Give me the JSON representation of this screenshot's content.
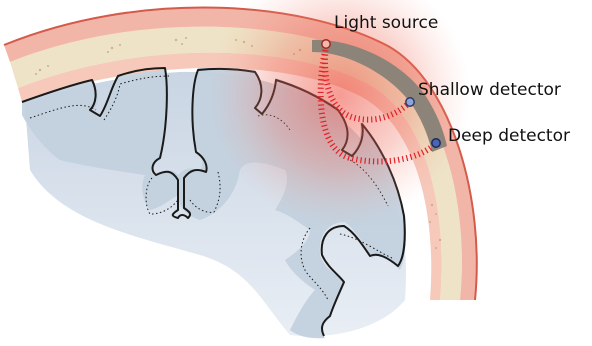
{
  "labels": {
    "light_source": "Light source",
    "shallow_detector": "Shallow detector",
    "deep_detector": "Deep detector"
  },
  "colors": {
    "scalp": "#f2b6a8",
    "scalp_outline": "#d45a4a",
    "skull": "#eee3c6",
    "csf_band": "#f6c9bb",
    "cortex": "#c3d1de",
    "white_matter": "#d4dee9",
    "sulcus_fill": "#f4dccf",
    "probe": "#8c8478",
    "source_fill": "#f3b8ad",
    "source_stroke": "#a0281e",
    "detector_shallow": "#8ea3d6",
    "detector_deep": "#4a64b8",
    "light_path": "#e0222a",
    "glow": "#ee4a3c"
  },
  "icons": {
    "source": "light-source-dot",
    "shallow": "shallow-detector-dot",
    "deep": "deep-detector-dot"
  }
}
